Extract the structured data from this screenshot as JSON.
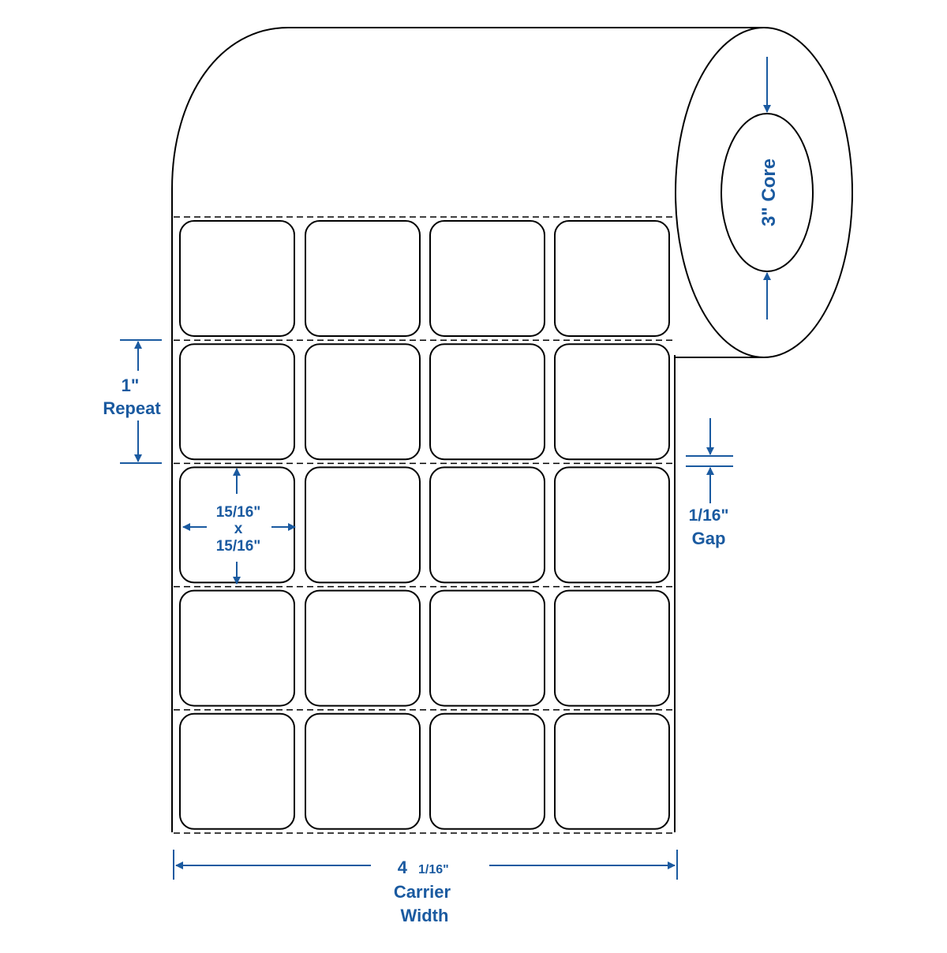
{
  "core": {
    "label": "3\" Core"
  },
  "repeat": {
    "value": "1\"",
    "label": "Repeat"
  },
  "label_size": {
    "width": "15/16\"",
    "sep": "x",
    "height": "15/16\""
  },
  "gap": {
    "value": "1/16\"",
    "label": "Gap"
  },
  "carrier": {
    "value_whole": "4",
    "value_frac": "1/16\"",
    "line1": "Carrier",
    "line2": "Width"
  },
  "grid": {
    "columns": 4,
    "rows": 5
  },
  "colors": {
    "dimension": "#1a5aa0",
    "outline": "#000000"
  }
}
